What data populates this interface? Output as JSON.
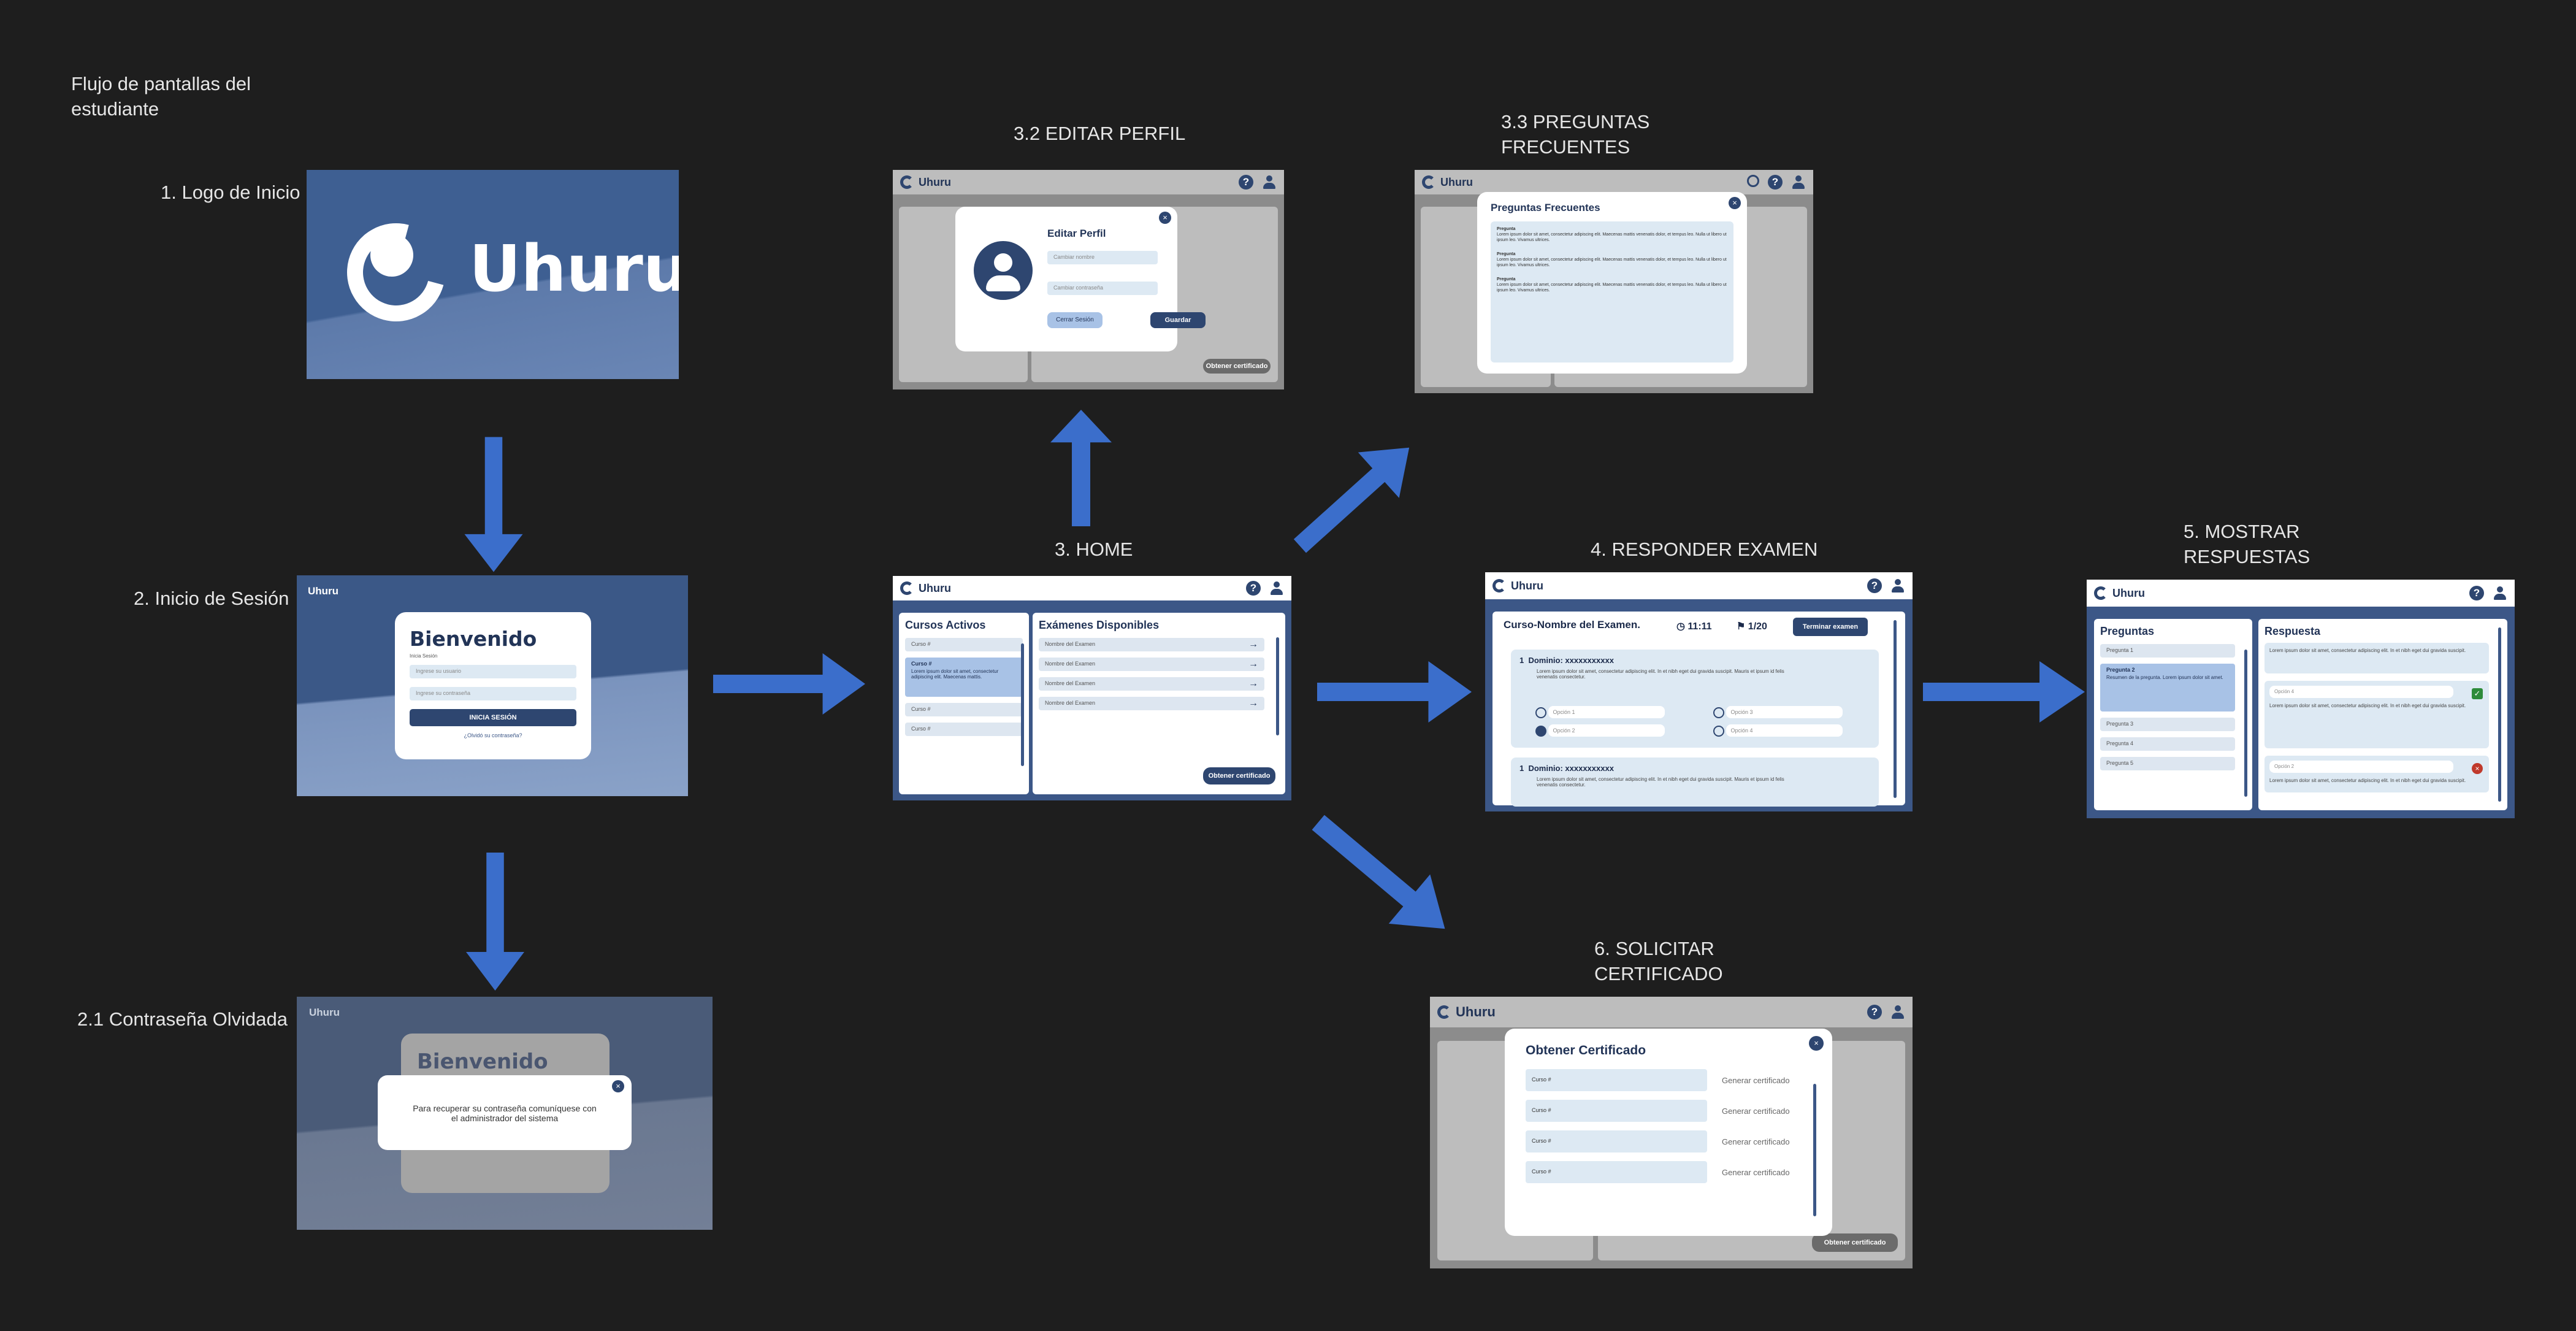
{
  "title": "Flujo de pantallas del estudiante",
  "labels": {
    "s1": "1. Logo de Inicio",
    "s2": "2. Inicio de Sesión",
    "s21": "2.1 Contraseña Olvidada",
    "s3": "3. HOME",
    "s32": "3.2 EDITAR PERFIL",
    "s33": "3.3 PREGUNTAS FRECUENTES",
    "s4": "4. RESPONDER EXAMEN",
    "s5": "5. MOSTRAR RESPUESTAS",
    "s6": "6. SOLICITAR CERTIFICADO"
  },
  "brand": "Uhuru",
  "login": {
    "title": "Bienvenido",
    "subtitle": "Inicia Sesión",
    "user_ph": "Ingrese su usuario",
    "pass_ph": "Ingrese su contraseña",
    "button": "INICIA SESIÓN",
    "forgot": "¿Olvidó su contraseña?"
  },
  "forgot_msg": "Para recuperar su contraseña comuníquese con el administrador del sistema",
  "home": {
    "active": "Cursos Activos",
    "exams": "Exámenes Disponibles",
    "courses": [
      "Curso #",
      "Curso #",
      "Curso #",
      "Curso #"
    ],
    "selected_desc": "Lorem ipsum dolor sit amet, consectetur adipiscing elit. Maecenas mattis.",
    "exam_items": [
      "Nombre del Examen",
      "Nombre del Examen",
      "Nombre del Examen",
      "Nombre del Examen"
    ],
    "cert_btn": "Obtener certificado"
  },
  "profile": {
    "title": "Editar Perfil",
    "name_ph": "Cambiar nombre",
    "pass_ph": "Cambiar contraseña",
    "logout": "Cerrar Sesión",
    "save": "Guardar"
  },
  "faq": {
    "title": "Preguntas Frecuentes",
    "q": "Pregunta",
    "a": "Lorem ipsum dolor sit amet, consectetur adipiscing elit. Maecenas mattis venenatis dolor, et tempus leo. Nulla ut libero ut ipsum leo. Vivamus ultrices."
  },
  "exam": {
    "title": "Curso-Nombre del Examen.",
    "time": "11:11",
    "progress": "1/20",
    "end": "Terminar examen",
    "domain": "Dominio: xxxxxxxxxxx",
    "num": "1",
    "text": "Lorem ipsum dolor sit amet, consectetur adipiscing elit. In et nibh eget dui gravida suscipit. Mauris et ipsum id felis venenatis consectetur.",
    "options": [
      "Opción 1",
      "Opción 2",
      "Opción 3",
      "Opción 4"
    ]
  },
  "answers": {
    "questions_title": "Preguntas",
    "answer_title": "Respuesta",
    "questions": [
      "Pregunta 1",
      "Pregunta 2",
      "Pregunta 3",
      "Pregunta 4",
      "Pregunta 5"
    ],
    "selected_desc": "Resumen de la pregunta. Lorem ipsum dolor sit amet.",
    "ans_text": "Lorem ipsum dolor sit amet, consectetur adipiscing elit. In et nibh eget dui gravida suscipit.",
    "opt_ok": "Opción 4",
    "opt_bad": "Opción 2"
  },
  "cert": {
    "title": "Obtener Certificado",
    "rows": [
      "Curso #",
      "Curso #",
      "Curso #",
      "Curso #"
    ],
    "action": "Generar certificado"
  },
  "colors": {
    "bg": "#1e1e1e",
    "arrow": "#3b6ecb",
    "primary": "#2e4670",
    "frame": "#3c5787"
  }
}
